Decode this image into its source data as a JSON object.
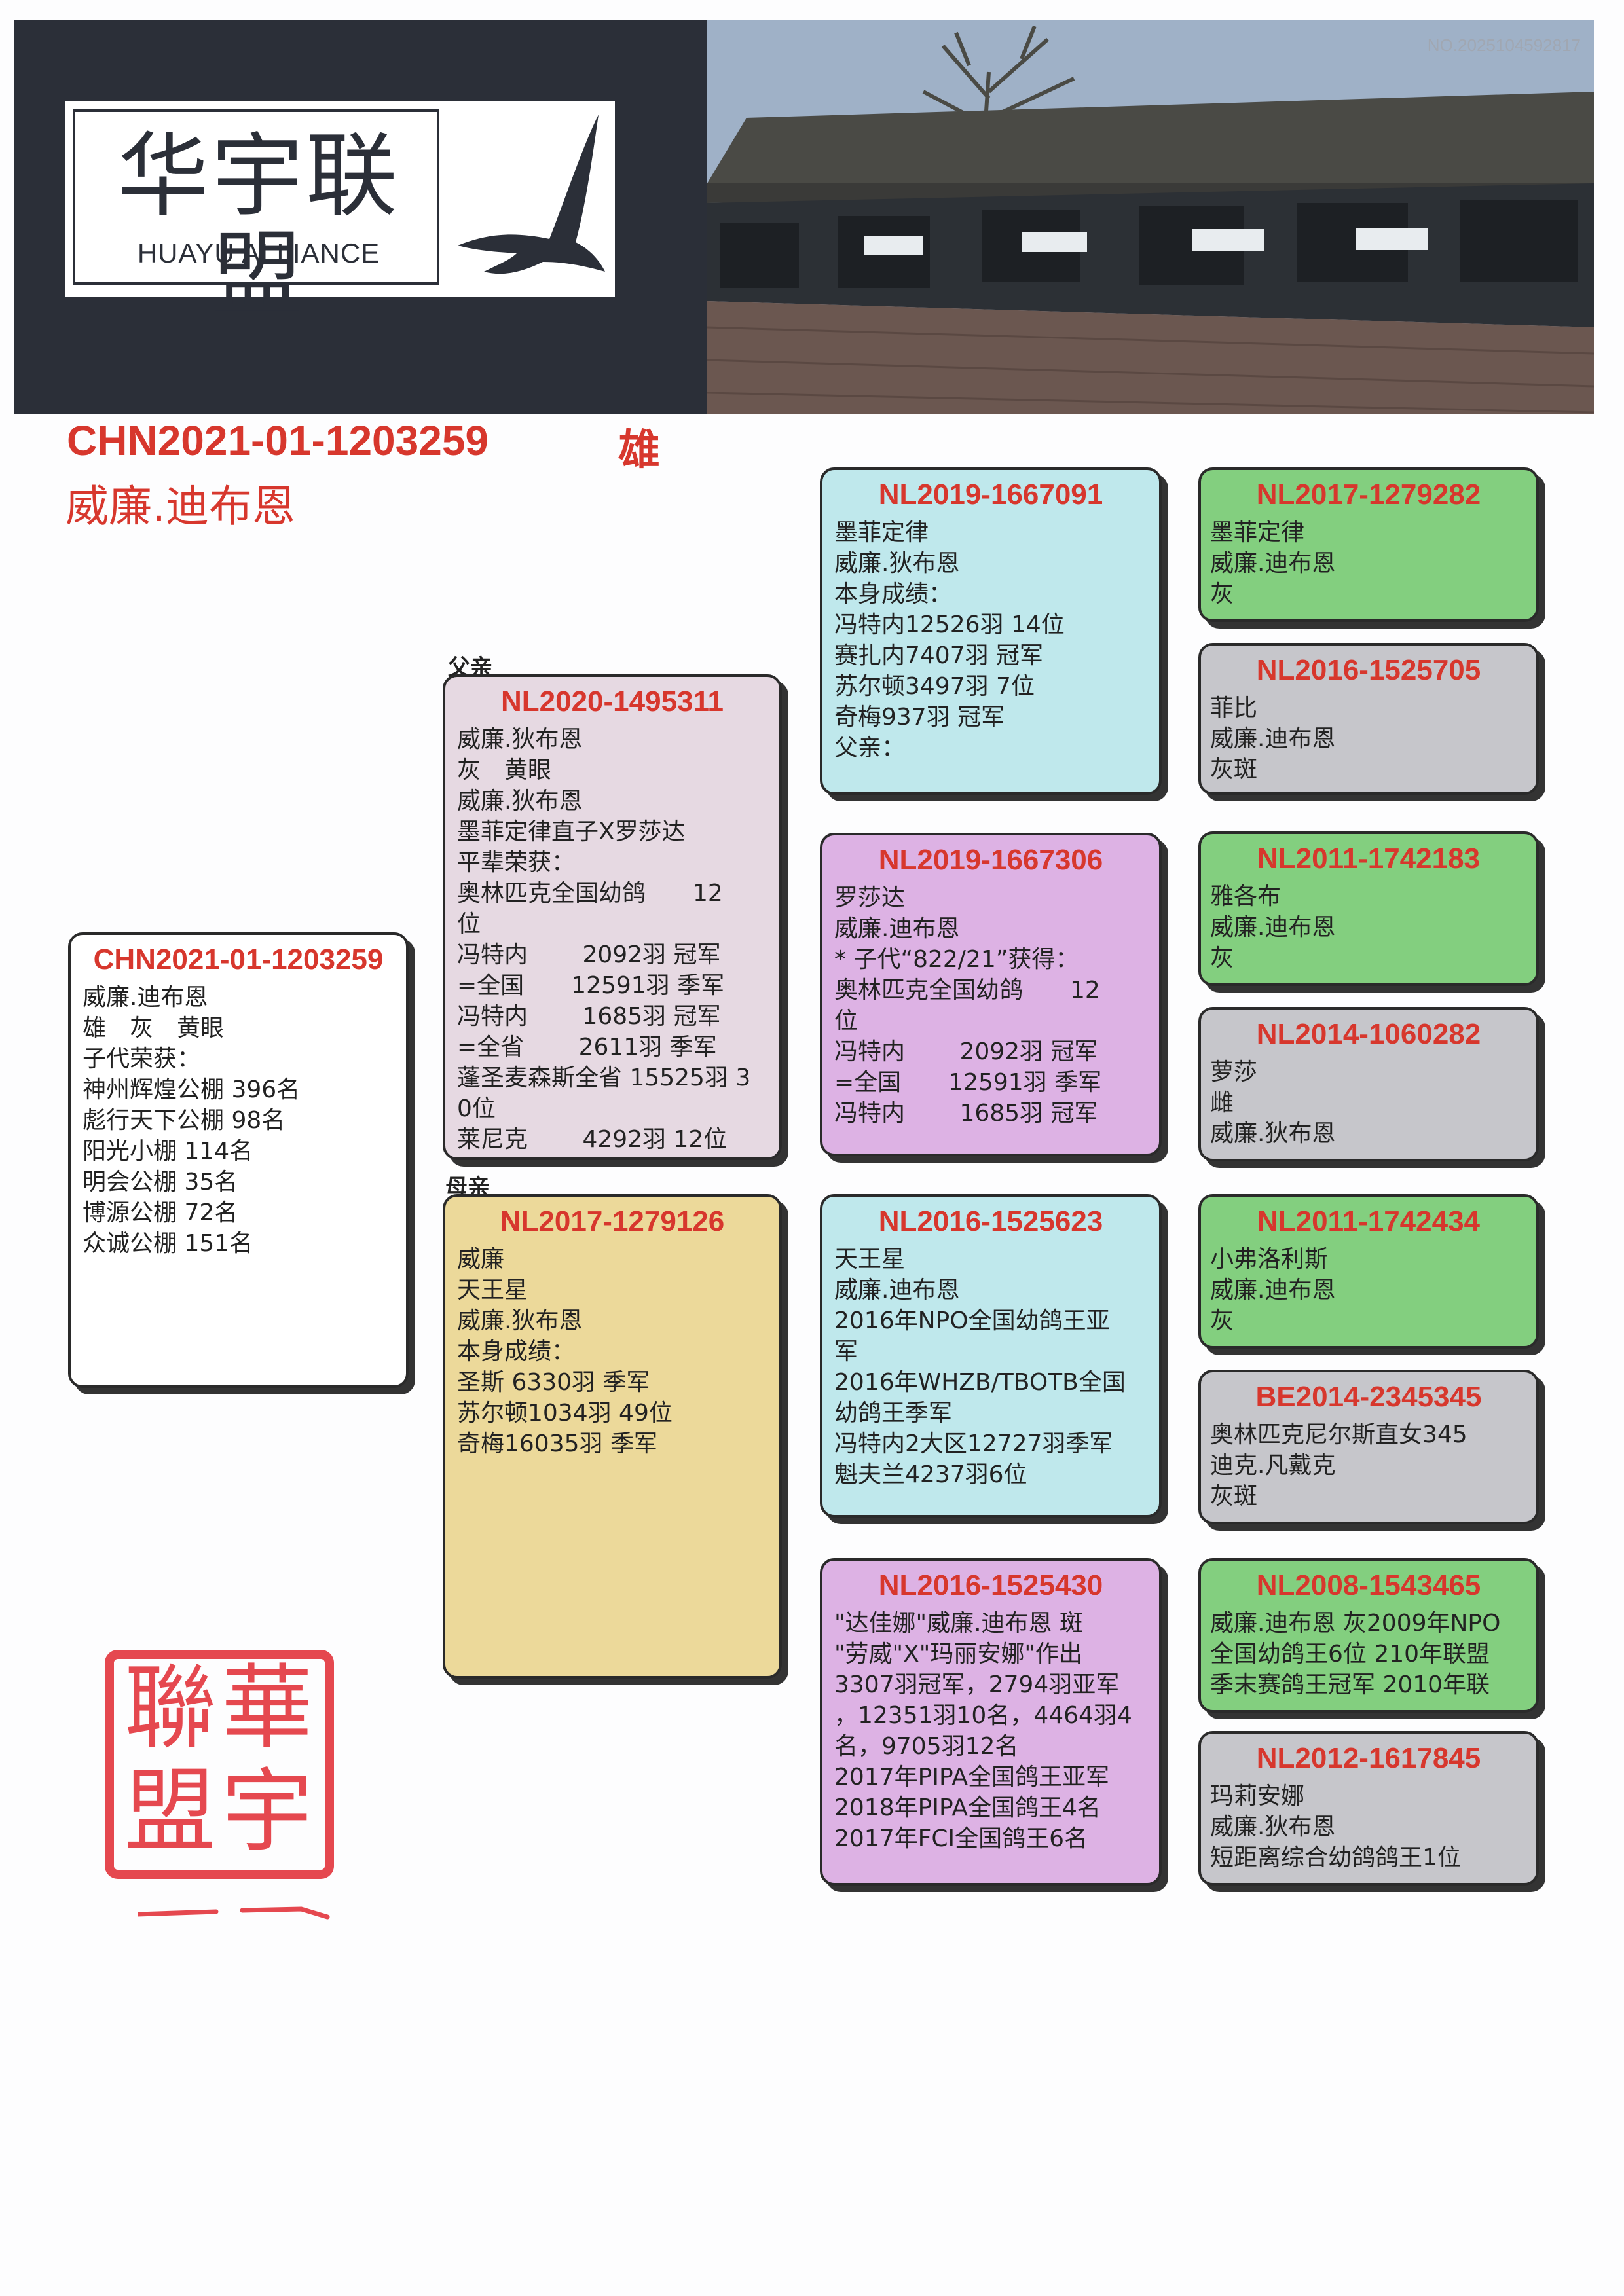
{
  "header": {
    "logo_cn": "华宇联盟",
    "logo_en": "HUAYU ALLIANCE",
    "doc_number": "NO.2025104592817"
  },
  "subject": {
    "id": "CHN2021-01-1203259",
    "sex": "雄",
    "name": "威廉.迪布恩"
  },
  "labels": {
    "father": "父亲",
    "mother": "母亲"
  },
  "cards": {
    "self": {
      "id": "CHN2021-01-1203259",
      "lines": [
        "威廉.迪布恩",
        "雄　灰　黄眼",
        "子代荣获：",
        "神州辉煌公棚 396名",
        "彪行天下公棚 98名",
        "阳光小棚 114名",
        "明会公棚 35名",
        "博源公棚 72名",
        "众诚公棚 151名"
      ]
    },
    "sire": {
      "id": "NL2020-1495311",
      "lines": [
        "威廉.狄布恩",
        "灰　黄眼",
        "威廉.狄布恩",
        "墨菲定律直子X罗莎达",
        "平辈荣获：",
        "奥林匹克全国幼鸽　　12",
        "位",
        "冯特内　　 2092羽 冠军",
        "  =全国　　12591羽 季军",
        "冯特内　　 1685羽 冠军",
        "  =全省　　 2611羽 季军",
        "蓬圣麦森斯全省 15525羽 3",
        "0位",
        "莱尼克　　 4292羽 12位"
      ]
    },
    "dam": {
      "id": "NL2017-1279126",
      "lines": [
        "威廉",
        "天王星",
        "威廉.狄布恩",
        "本身成绩：",
        "圣斯  6330羽 季军",
        "苏尔顿1034羽 49位",
        "奇梅16035羽 季军"
      ]
    },
    "ss": {
      "id": "NL2019-1667091",
      "lines": [
        "墨菲定律",
        "威廉.狄布恩",
        "本身成绩：",
        "冯特内12526羽 14位",
        "赛扎内7407羽 冠军",
        "苏尔顿3497羽 7位",
        "奇梅937羽 冠军",
        "父亲："
      ]
    },
    "sd": {
      "id": "NL2019-1667306",
      "lines": [
        "罗莎达",
        "威廉.迪布恩",
        "* 子代“822/21”获得：",
        "奥林匹克全国幼鸽　　12",
        "位",
        "冯特内　　 2092羽 冠军",
        "  =全国　　12591羽 季军",
        "冯特内　　 1685羽 冠军"
      ]
    },
    "ds": {
      "id": "NL2016-1525623",
      "lines": [
        "天王星",
        "威廉.迪布恩",
        "2016年NPO全国幼鸽王亚",
        "军",
        "2016年WHZB/TBOTB全国",
        "幼鸽王季军",
        "冯特内2大区12727羽季军",
        "魁夫兰4237羽6位"
      ]
    },
    "dd": {
      "id": "NL2016-1525430",
      "lines": [
        "\"达佳娜\"威廉.迪布恩 斑",
        "\"劳威\"X\"玛丽安娜\"作出",
        "3307羽冠军，2794羽亚军",
        "，12351羽10名，4464羽4",
        "名，9705羽12名",
        "2017年PIPA全国鸽王亚军",
        "2018年PIPA全国鸽王4名",
        "2017年FCI全国鸽王6名"
      ]
    },
    "sss": {
      "id": "NL2017-1279282",
      "lines": [
        "墨菲定律",
        "威廉.迪布恩",
        "灰"
      ]
    },
    "ssd": {
      "id": "NL2016-1525705",
      "lines": [
        "菲比",
        "威廉.迪布恩",
        "灰斑"
      ]
    },
    "sds": {
      "id": "NL2011-1742183",
      "lines": [
        "雅各布",
        "威廉.迪布恩",
        "灰"
      ]
    },
    "sdd": {
      "id": "NL2014-1060282",
      "lines": [
        "萝莎",
        "雌",
        "威廉.狄布恩"
      ]
    },
    "dss": {
      "id": "NL2011-1742434",
      "lines": [
        "小弗洛利斯",
        "威廉.迪布恩",
        "灰"
      ]
    },
    "dsd": {
      "id": "BE2014-2345345",
      "lines": [
        "奥林匹克尼尔斯直女345",
        "迪克.凡戴克",
        "灰斑"
      ]
    },
    "dds": {
      "id": "NL2008-1543465",
      "lines": [
        "威廉.迪布恩 灰2009年NPO",
        "全国幼鸽王6位 210年联盟",
        "季末赛鸽王冠军 2010年联"
      ]
    },
    "ddd": {
      "id": "NL2012-1617845",
      "lines": [
        "玛莉安娜",
        "威廉.狄布恩",
        "短距离综合幼鸽鸽王1位"
      ]
    }
  },
  "seal": {
    "chars": [
      "華",
      "宇",
      "聯",
      "盟"
    ]
  }
}
